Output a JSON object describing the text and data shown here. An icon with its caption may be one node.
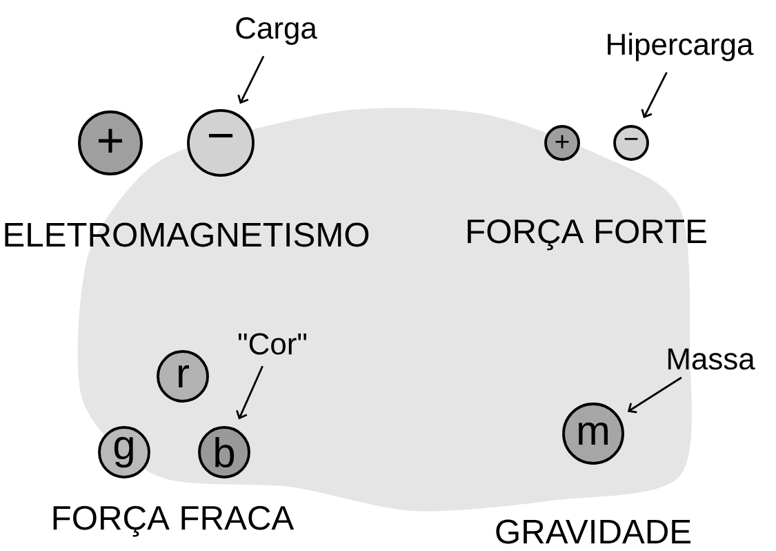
{
  "diagram": {
    "nodes": [
      {
        "text": [
          "Carga"
        ]
      },
      {
        "text": [
          "+"
        ]
      },
      {
        "text": [
          "−"
        ]
      },
      {
        "text": [
          "Hipercarga"
        ]
      },
      {
        "text": [
          "+"
        ]
      },
      {
        "text": [
          "−"
        ]
      },
      {
        "text": [
          "\"Cor\""
        ]
      },
      {
        "text": [
          "r"
        ]
      },
      {
        "text": [
          "Massa"
        ]
      },
      {
        "text": [
          "g"
        ]
      },
      {
        "text": [
          "b"
        ]
      },
      {
        "text": [
          "m"
        ]
      }
    ],
    "edges": [
      {
        "from": 0,
        "to": 2,
        "arrow": "to"
      },
      {
        "from": 3,
        "to": 5,
        "arrow": "to"
      },
      {
        "from": 6,
        "to": 10,
        "arrow": "to"
      },
      {
        "from": 8,
        "to": 11,
        "arrow": "to"
      }
    ],
    "labels": [
      "ELETROMAGNETISMO",
      "FORÇA FORTE",
      "FORÇA FRACA",
      "GRAVIDADE"
    ]
  }
}
